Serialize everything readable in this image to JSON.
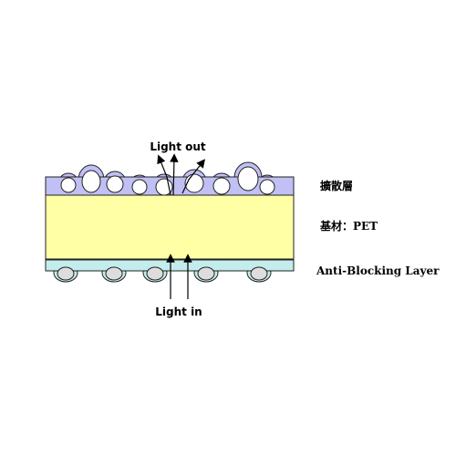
{
  "labels": {
    "light_out": "Light out",
    "light_in": "Light in",
    "diffusion_layer": "擴散層",
    "substrate": "基材：PET",
    "anti_blocking": "Anti-Blocking Layer"
  },
  "colors": {
    "diffusion_layer": "#c0c0f4",
    "substrate": "#ffffa6",
    "anti_blocking": "#c4ecec",
    "bead_fill": "#ffffff",
    "inner_bead": "#dddddd",
    "outline": "#222222"
  }
}
